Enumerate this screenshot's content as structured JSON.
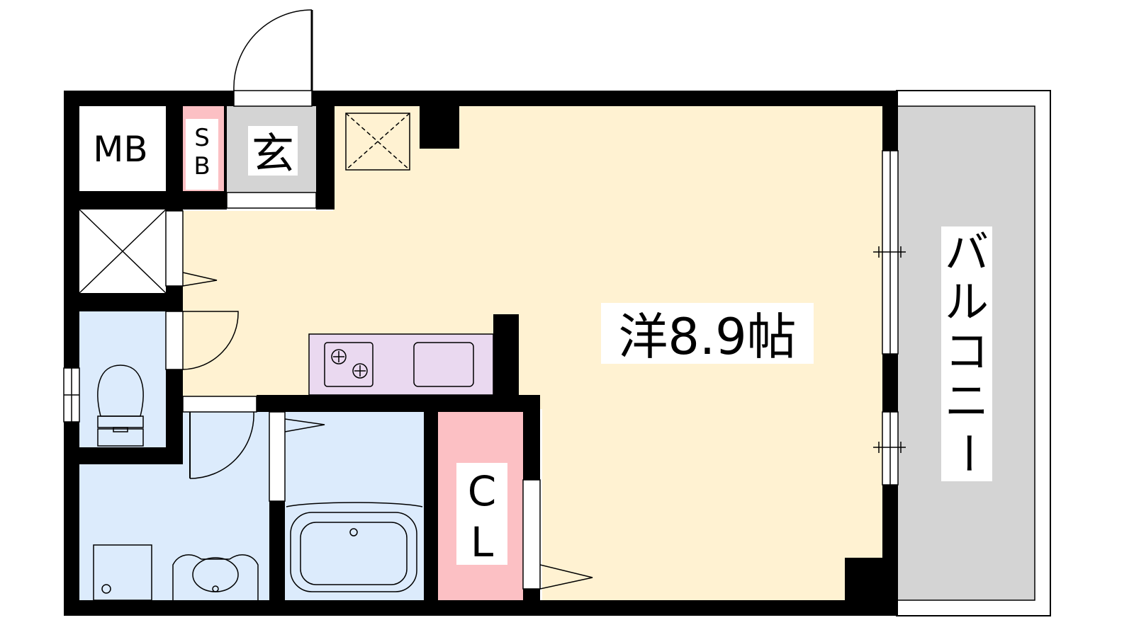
{
  "rooms": {
    "meter_box": "MB",
    "shoe_box_top": "S",
    "shoe_box_bottom": "B",
    "entrance": "玄",
    "western_room": "洋8.9帖",
    "closet_top": "C",
    "closet_bottom": "L",
    "balcony_chars": [
      "バ",
      "ル",
      "コ",
      "ニ",
      "ー"
    ]
  },
  "colors": {
    "wall": "#000000",
    "western_room": "#fff2d2",
    "water_area": "#dcebfc",
    "kitchen": "#ead9f0",
    "storage_pink": "#fcc0c4",
    "entrance": "#d4d4d4",
    "balcony": "#d4d4d4"
  }
}
